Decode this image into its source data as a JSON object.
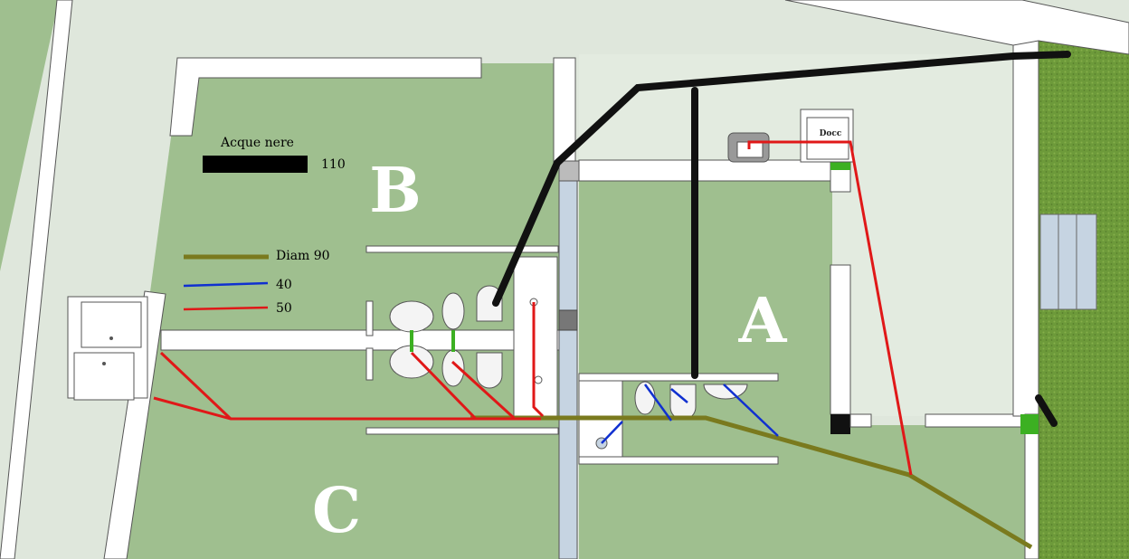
{
  "legend": {
    "title": "Acque nere",
    "size_main": "110",
    "entries": [
      {
        "label": "Diam 90",
        "color": "#7a7a1e"
      },
      {
        "label": "40",
        "color": "#1030d0"
      },
      {
        "label": "50",
        "color": "#e01818"
      }
    ],
    "main_color": "#000000"
  },
  "rooms": {
    "a": "A",
    "b": "B",
    "c": "C"
  },
  "fixture": {
    "doccia_label": "Docc"
  },
  "colors": {
    "room_fill": "#9fbf8f",
    "room_fill_light": "#dfe7dc",
    "wall": "#ffffff",
    "wall_stroke": "#555555",
    "grass": "#6d9a3a",
    "column_blue": "#c6d4e2"
  }
}
